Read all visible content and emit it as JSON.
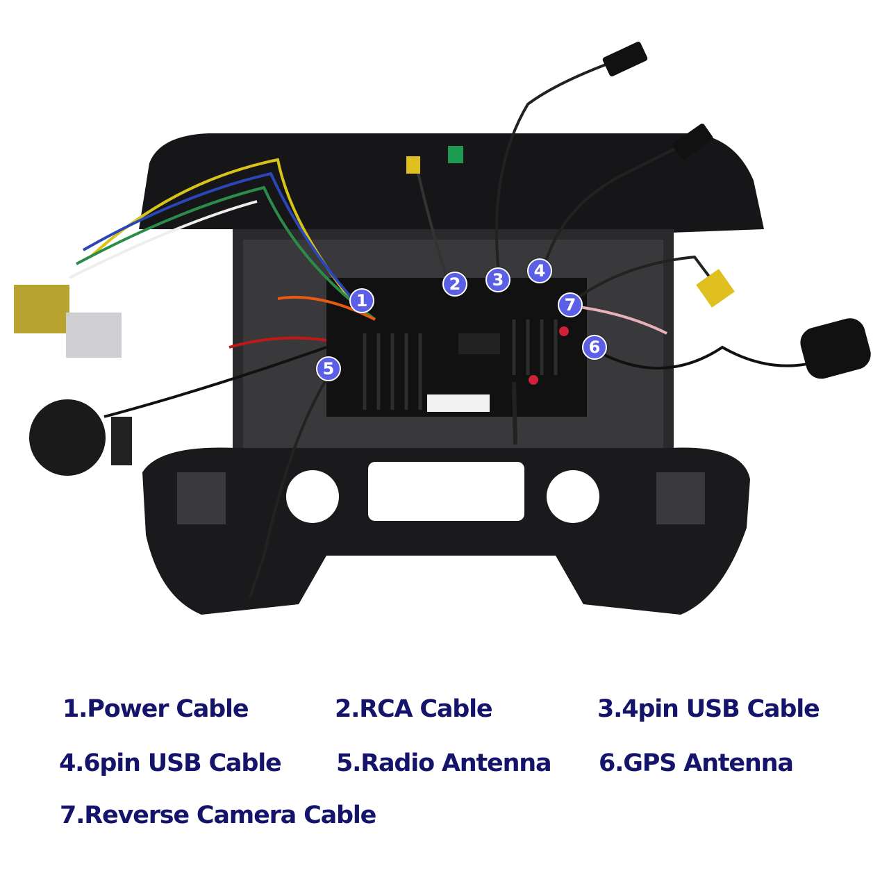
{
  "colors": {
    "badge": "#5b5fe6",
    "label_text": "#14146a"
  },
  "badges": [
    "1",
    "2",
    "3",
    "4",
    "5",
    "6",
    "7"
  ],
  "labels": [
    "1.Power Cable",
    "2.RCA Cable",
    "3.4pin USB Cable",
    "4.6pin USB Cable",
    "5.Radio Antenna",
    "6.GPS Antenna",
    "7.Reverse Camera Cable"
  ]
}
